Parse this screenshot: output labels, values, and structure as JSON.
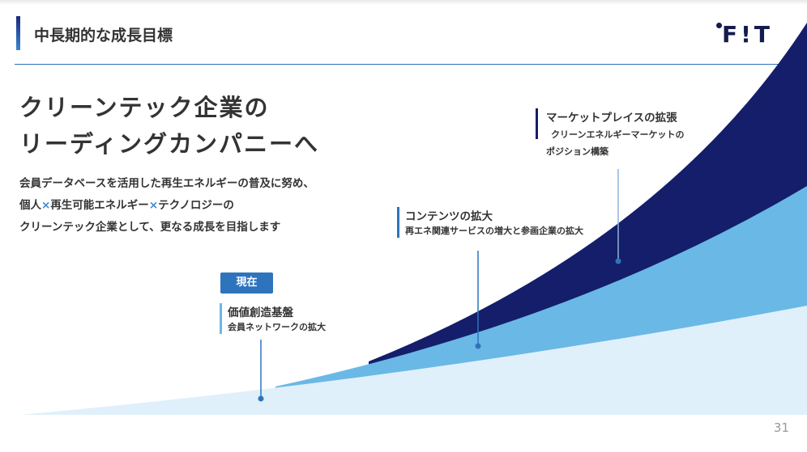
{
  "header": {
    "title": "中長期的な成長目標",
    "logo": "F!T"
  },
  "headline": [
    "クリーンテック企業の",
    "リーディングカンパニーへ"
  ],
  "body": {
    "line1": "会員データベースを活用した再生エネルギーの普及に努め、",
    "line2_a": "個人",
    "times": "×",
    "line2_b": "再生可能エネルギー",
    "line2_c": "テクノロジーの",
    "line3": "クリーンテック企業として、更なる成長を目指します"
  },
  "badge": "現在",
  "stages": [
    {
      "title": "価値創造基盤",
      "sub": "会員ネットワークの拡大"
    },
    {
      "title": "コンテンツの拡大",
      "sub": "再エネ関連サービスの増大と参画企業の拡大"
    },
    {
      "title": "マーケットプレイスの拡張",
      "sub1": "クリーンエネルギーマーケットの",
      "sub2": "ポジション構築"
    }
  ],
  "colors": {
    "dark": "#141e6a",
    "mid": "#6ab8e6",
    "light": "#dff0fa",
    "accent": "#2e74bd"
  },
  "page_number": "31"
}
